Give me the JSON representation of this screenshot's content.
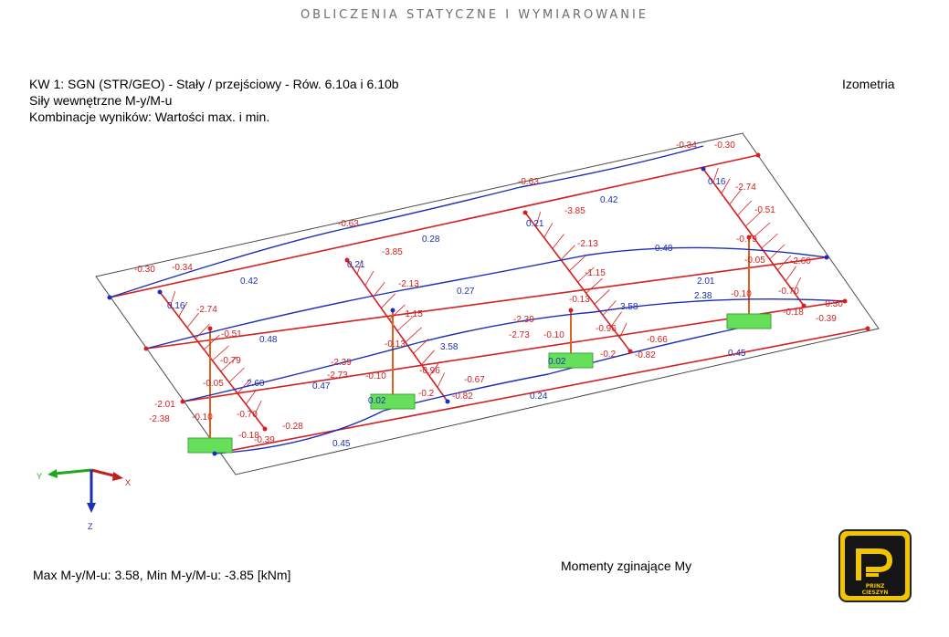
{
  "page_title": "OBLICZENIA STATYCZNE I WYMIAROWANIE",
  "header": {
    "line1": "KW 1: SGN (STR/GEO) - Stały / przejściowy - Rów. 6.10a i 6.10b",
    "line2": "Siły wewnętrzne M-y/M-u",
    "line3": "Kombinacje wyników: Wartości max. i min."
  },
  "view_label": "Izometria",
  "footer": {
    "minmax": "Max M-y/M-u: 3.58, Min M-y/M-u: -3.85 [kNm]",
    "caption": "Momenty zginające My"
  },
  "logo": {
    "top_text": "PRINZ",
    "bottom_text": "CIESZYN",
    "icon": "prinz-logo-icon"
  },
  "axes": {
    "y_label": "Y",
    "x_label": "X",
    "z_label": "Z"
  },
  "colors": {
    "moment_red": "#d42020",
    "moment_blue": "#1c2fb4",
    "support_green": "#66e05a",
    "frame_grey": "#4a4a4a"
  },
  "labels": [
    {
      "t": "-0.34",
      "c": "r"
    },
    {
      "t": "-0.30",
      "c": "r"
    },
    {
      "t": "-0.63",
      "c": "r"
    },
    {
      "t": "0.42",
      "c": "b"
    },
    {
      "t": "0.16",
      "c": "b"
    },
    {
      "t": "-2.74",
      "c": "r"
    },
    {
      "t": "-0.51",
      "c": "r"
    },
    {
      "t": "-0.63",
      "c": "r"
    },
    {
      "t": "-3.85",
      "c": "r"
    },
    {
      "t": "0.21",
      "c": "b"
    },
    {
      "t": "0.28",
      "c": "b"
    },
    {
      "t": "-2.13",
      "c": "r"
    },
    {
      "t": "0.48",
      "c": "b"
    },
    {
      "t": "-0.79",
      "c": "r"
    },
    {
      "t": "-0.30",
      "c": "r"
    },
    {
      "t": "-0.34",
      "c": "r"
    },
    {
      "t": "-3.85",
      "c": "r"
    },
    {
      "t": "0.21",
      "c": "b"
    },
    {
      "t": "-1.15",
      "c": "r"
    },
    {
      "t": "-0.05",
      "c": "r"
    },
    {
      "t": "-2.60",
      "c": "r"
    },
    {
      "t": "0.42",
      "c": "b"
    },
    {
      "t": "-2.13",
      "c": "r"
    },
    {
      "t": "0.27",
      "c": "b"
    },
    {
      "t": "2.01",
      "c": "b"
    },
    {
      "t": "2.38",
      "c": "b"
    },
    {
      "t": "-0.70",
      "c": "r"
    },
    {
      "t": "0.16",
      "c": "b"
    },
    {
      "t": "-2.74",
      "c": "r"
    },
    {
      "t": "-0.10",
      "c": "r"
    },
    {
      "t": "-0.30",
      "c": "r"
    },
    {
      "t": "-0.13",
      "c": "r"
    },
    {
      "t": "-1.15",
      "c": "r"
    },
    {
      "t": "3.58",
      "c": "b"
    },
    {
      "t": "-0.18",
      "c": "r"
    },
    {
      "t": "-0.39",
      "c": "r"
    },
    {
      "t": "-0.51",
      "c": "r"
    },
    {
      "t": "0.48",
      "c": "b"
    },
    {
      "t": "-2.39",
      "c": "r"
    },
    {
      "t": "-2.73",
      "c": "r"
    },
    {
      "t": "-0.10",
      "c": "r"
    },
    {
      "t": "-0.96",
      "c": "r"
    },
    {
      "t": "-0.66",
      "c": "r"
    },
    {
      "t": "-0.13",
      "c": "r"
    },
    {
      "t": "3.58",
      "c": "b"
    },
    {
      "t": "0.02",
      "c": "b"
    },
    {
      "t": "-0.2",
      "c": "r"
    },
    {
      "t": "-0.82",
      "c": "r"
    },
    {
      "t": "-0.79",
      "c": "r"
    },
    {
      "t": "-2.39",
      "c": "r"
    },
    {
      "t": "0.45",
      "c": "b"
    },
    {
      "t": "-0.05",
      "c": "r"
    },
    {
      "t": "2.60",
      "c": "b"
    },
    {
      "t": "-2.73",
      "c": "r"
    },
    {
      "t": "-0.96",
      "c": "r"
    },
    {
      "t": "-0.67",
      "c": "r"
    },
    {
      "t": "0.47",
      "c": "b"
    },
    {
      "t": "-0.10",
      "c": "r"
    },
    {
      "t": "0.02",
      "c": "b"
    },
    {
      "t": "-0.2",
      "c": "r"
    },
    {
      "t": "-0.82",
      "c": "r"
    },
    {
      "t": "0.24",
      "c": "b"
    },
    {
      "t": "-2.01",
      "c": "r"
    },
    {
      "t": "-2.38",
      "c": "r"
    },
    {
      "t": "-0.10",
      "c": "r"
    },
    {
      "t": "-0.70",
      "c": "r"
    },
    {
      "t": "-0.28",
      "c": "r"
    },
    {
      "t": "-0.18",
      "c": "r"
    },
    {
      "t": "-0.39",
      "c": "r"
    },
    {
      "t": "0.45",
      "c": "b"
    }
  ]
}
